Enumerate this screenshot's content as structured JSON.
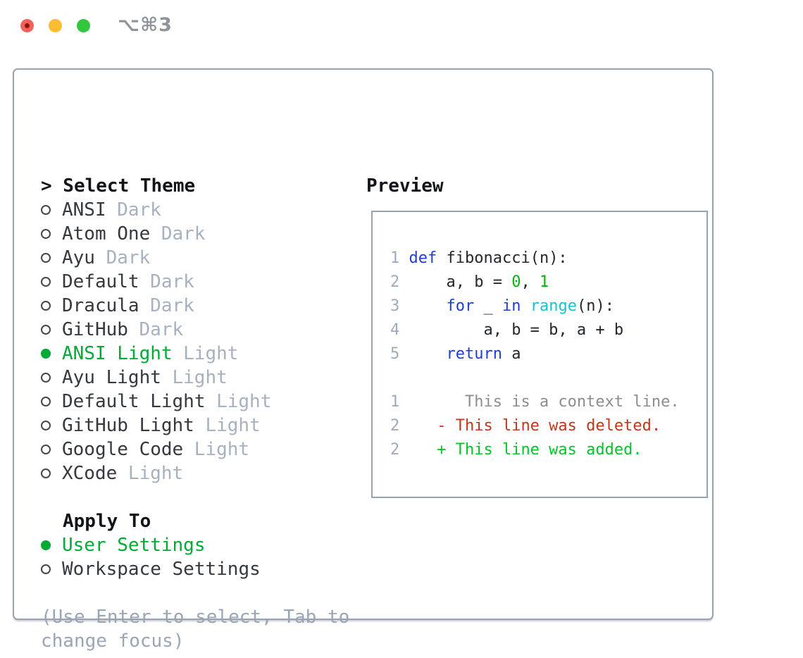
{
  "window": {
    "title": "⌥⌘3",
    "traffic_lights": {
      "close": "#f4615b",
      "close_inner_dot": "#8e150c",
      "minimize": "#fcbe30",
      "zoom": "#33c73f"
    }
  },
  "colors": {
    "accent_green": "#00ab35",
    "frame_border": "#99a2ae",
    "item_text": "#35393f",
    "variant_text": "#a7b1bf",
    "help_text": "#9aa6b5",
    "header_text": "#131419"
  },
  "left": {
    "header": "> Select Theme",
    "themes": [
      {
        "name": "ANSI",
        "variant": "Dark",
        "selected": false
      },
      {
        "name": "Atom One",
        "variant": "Dark",
        "selected": false
      },
      {
        "name": "Ayu",
        "variant": "Dark",
        "selected": false
      },
      {
        "name": "Default",
        "variant": "Dark",
        "selected": false
      },
      {
        "name": "Dracula",
        "variant": "Dark",
        "selected": false
      },
      {
        "name": "GitHub",
        "variant": "Dark",
        "selected": false
      },
      {
        "name": "ANSI Light",
        "variant": "Light",
        "selected": true
      },
      {
        "name": "Ayu Light",
        "variant": "Light",
        "selected": false
      },
      {
        "name": "Default Light",
        "variant": "Light",
        "selected": false
      },
      {
        "name": "GitHub Light",
        "variant": "Light",
        "selected": false
      },
      {
        "name": "Google Code",
        "variant": "Light",
        "selected": false
      },
      {
        "name": "XCode",
        "variant": "Light",
        "selected": false
      }
    ],
    "apply_header": "Apply To",
    "apply_options": [
      {
        "name": "User Settings",
        "selected": true
      },
      {
        "name": "Workspace Settings",
        "selected": false
      }
    ],
    "help_lines": [
      "(Use Enter to select, Tab to",
      "change focus)"
    ]
  },
  "preview": {
    "header": "Preview",
    "colors": {
      "kw": "#1e3ed9",
      "fn": "#17c3cf",
      "num": "#00b509",
      "fg": "#24282e",
      "ctx": "#8d8d8d",
      "del": "#c4361c",
      "add": "#00c627",
      "line_num": "#9cabbd"
    },
    "lines": [
      {
        "num": "1",
        "segments": [
          {
            "text": "def",
            "color": "kw"
          },
          {
            "text": " fibonacci(n):",
            "color": "fg"
          }
        ]
      },
      {
        "num": "2",
        "segments": [
          {
            "text": "    a, b = ",
            "color": "fg"
          },
          {
            "text": "0",
            "color": "num"
          },
          {
            "text": ", ",
            "color": "fg"
          },
          {
            "text": "1",
            "color": "num"
          }
        ]
      },
      {
        "num": "3",
        "segments": [
          {
            "text": "    ",
            "color": "fg"
          },
          {
            "text": "for",
            "color": "kw"
          },
          {
            "text": " _ ",
            "color": "fg"
          },
          {
            "text": "in",
            "color": "kw"
          },
          {
            "text": " ",
            "color": "fg"
          },
          {
            "text": "range",
            "color": "fn"
          },
          {
            "text": "(n):",
            "color": "fg"
          }
        ]
      },
      {
        "num": "4",
        "segments": [
          {
            "text": "        a, b = b, a + b",
            "color": "fg"
          }
        ]
      },
      {
        "num": "5",
        "segments": [
          {
            "text": "    ",
            "color": "fg"
          },
          {
            "text": "return",
            "color": "kw"
          },
          {
            "text": " a",
            "color": "fg"
          }
        ]
      },
      {
        "num": "",
        "segments": []
      },
      {
        "num": "1",
        "segments": [
          {
            "text": "      This is a context line.",
            "color": "ctx"
          }
        ]
      },
      {
        "num": "2",
        "segments": [
          {
            "text": "   - This line was deleted.",
            "color": "del"
          }
        ]
      },
      {
        "num": "2",
        "segments": [
          {
            "text": "   + This line was added.",
            "color": "add"
          }
        ]
      }
    ]
  }
}
